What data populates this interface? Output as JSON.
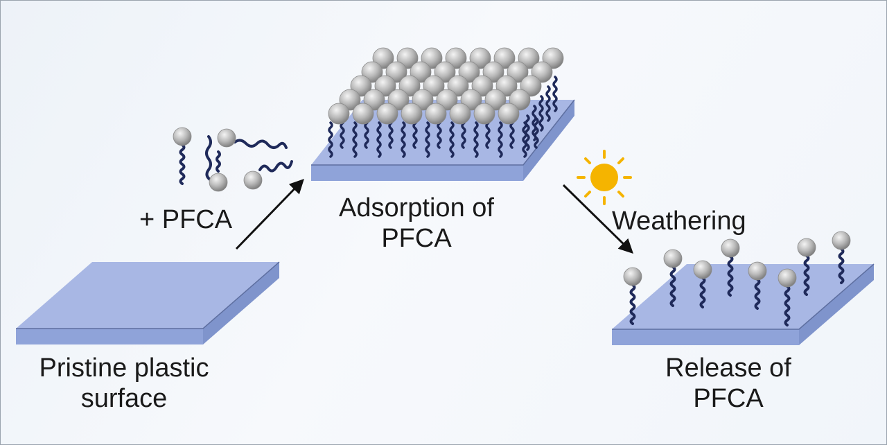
{
  "labels": {
    "plus_pfca": "+ PFCA",
    "adsorption": {
      "line1": "Adsorption of",
      "line2": "PFCA"
    },
    "weathering": "Weathering",
    "pristine": {
      "line1": "Pristine plastic",
      "line2": "surface"
    },
    "release": {
      "line1": "Release of",
      "line2": "PFCA"
    }
  },
  "colors": {
    "plate_top": "#a8b7e4",
    "plate_front": "#8fa3d9",
    "plate_side": "#7f94cc",
    "plate_edge": "#5e6fa0",
    "chain": "#1f2a5a",
    "sphere": "#b8b8b8",
    "sun": "#f5b400",
    "arrow": "#111111"
  },
  "icons": [
    "sun-icon",
    "arrow-icon",
    "pfca-molecule-icon"
  ]
}
